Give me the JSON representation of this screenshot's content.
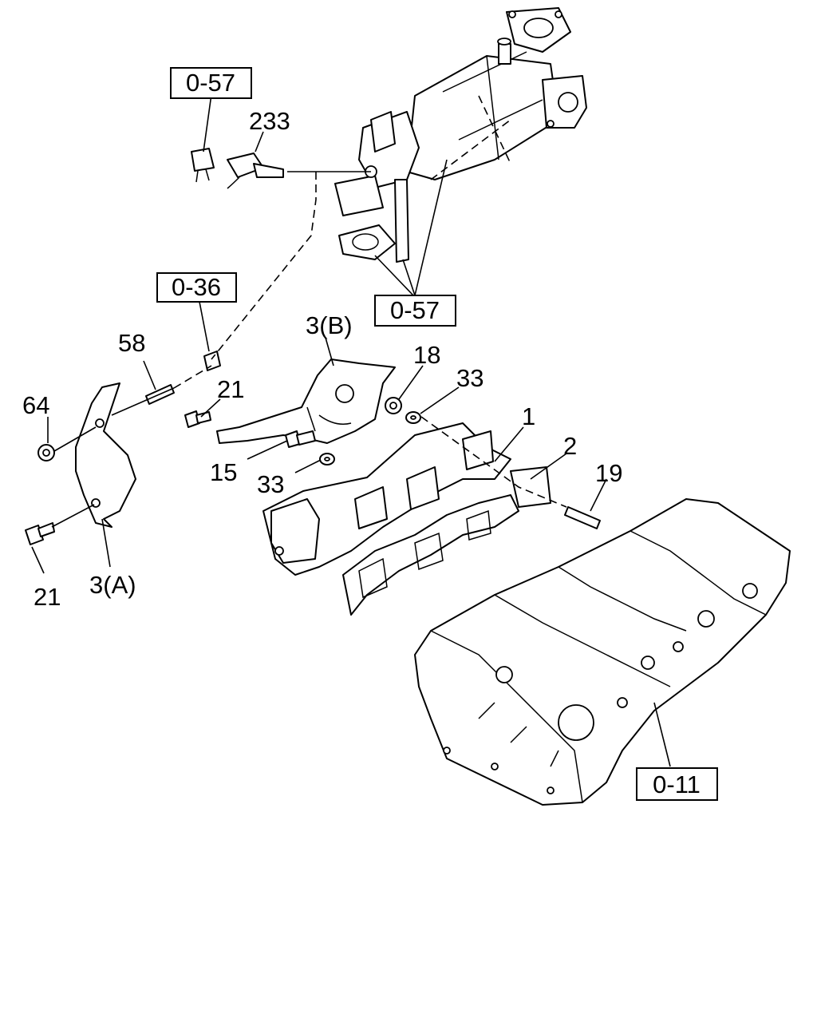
{
  "labels": {
    "part_233": "233",
    "part_58": "58",
    "part_64": "64",
    "part_21_upper": "21",
    "part_21_lower": "21",
    "part_3B": "3(B)",
    "part_3A": "3(A)",
    "part_18": "18",
    "part_33_upper": "33",
    "part_33_lower": "33",
    "part_15": "15",
    "part_1": "1",
    "part_2": "2",
    "part_19": "19"
  },
  "refs": {
    "ref_057_top": "0-57",
    "ref_036": "0-36",
    "ref_057_mid": "0-57",
    "ref_011": "0-11"
  }
}
